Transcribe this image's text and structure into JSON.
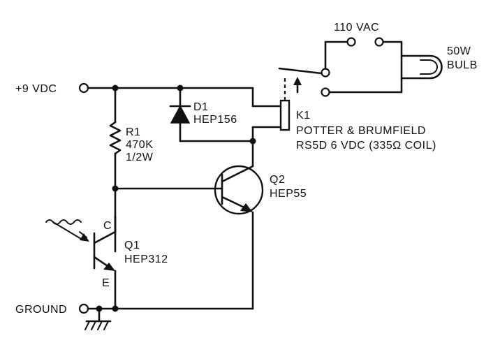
{
  "power": {
    "supply_label": "+9 VDC",
    "ground_label": "GROUND",
    "ac_label": "110 VAC"
  },
  "components": {
    "r1": {
      "ref": "R1",
      "value": "470K",
      "rating": "1/2W"
    },
    "d1": {
      "ref": "D1",
      "part": "HEP156"
    },
    "k1": {
      "ref": "K1",
      "part_line1": "POTTER & BRUMFIELD",
      "part_line2": "RS5D 6 VDC (335Ω COIL)"
    },
    "q1": {
      "ref": "Q1",
      "part": "HEP312",
      "collector_label": "C",
      "emitter_label": "E"
    },
    "q2": {
      "ref": "Q2",
      "part": "HEP55"
    },
    "bulb": {
      "line1": "50W",
      "line2": "BULB"
    }
  }
}
